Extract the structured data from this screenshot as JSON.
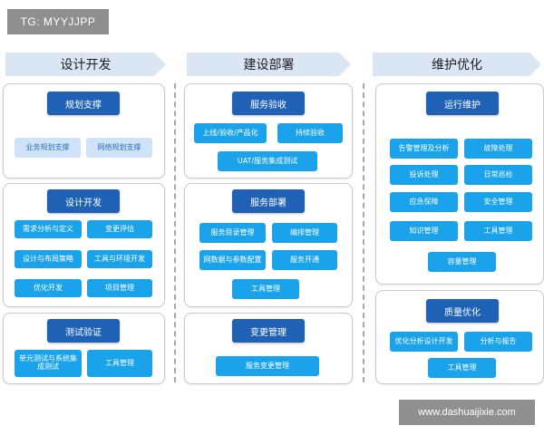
{
  "tag": "TG: MYYJJPP",
  "watermark": "www.dashuaijixie.com",
  "phases": [
    "设计开发",
    "建设部署",
    "维护优化"
  ],
  "col1": {
    "planning": {
      "title": "规划支撑",
      "items": [
        "业务规划支撑",
        "网络规划支撑"
      ]
    },
    "design": {
      "title": "设计开发",
      "items": [
        "需求分析与定义",
        "变更评估",
        "设计与布局策略",
        "工具与环境开发",
        "优化开发",
        "项目管理"
      ]
    },
    "testing": {
      "title": "测试验证",
      "items": [
        "单元测试与系统集成测试",
        "工具管理"
      ]
    }
  },
  "col2": {
    "acceptance": {
      "title": "服务验收",
      "items": [
        "上线/验收/产品化",
        "持续验收",
        "UAT/服务集成测试"
      ]
    },
    "deploy": {
      "title": "服务部署",
      "items": [
        "服务目录管理",
        "编排管理",
        "网数据与参数配置",
        "服务开通",
        "工具管理"
      ]
    },
    "change": {
      "title": "变更管理",
      "items": [
        "服务变更管理"
      ]
    }
  },
  "col3": {
    "ops": {
      "title": "运行维护",
      "items": [
        "告警管理及分析",
        "故障处理",
        "投诉处理",
        "日常巡检",
        "应急保障",
        "安全管理",
        "知识管理",
        "工具管理",
        "容量管理"
      ]
    },
    "quality": {
      "title": "质量优化",
      "items": [
        "优化分析设计开发",
        "分析与报告",
        "工具管理"
      ]
    }
  },
  "colors": {
    "header": "#1f62b5",
    "item": "#1aa3ea",
    "item_light": "#cfe3f8",
    "phase": "#dbe6f4"
  }
}
